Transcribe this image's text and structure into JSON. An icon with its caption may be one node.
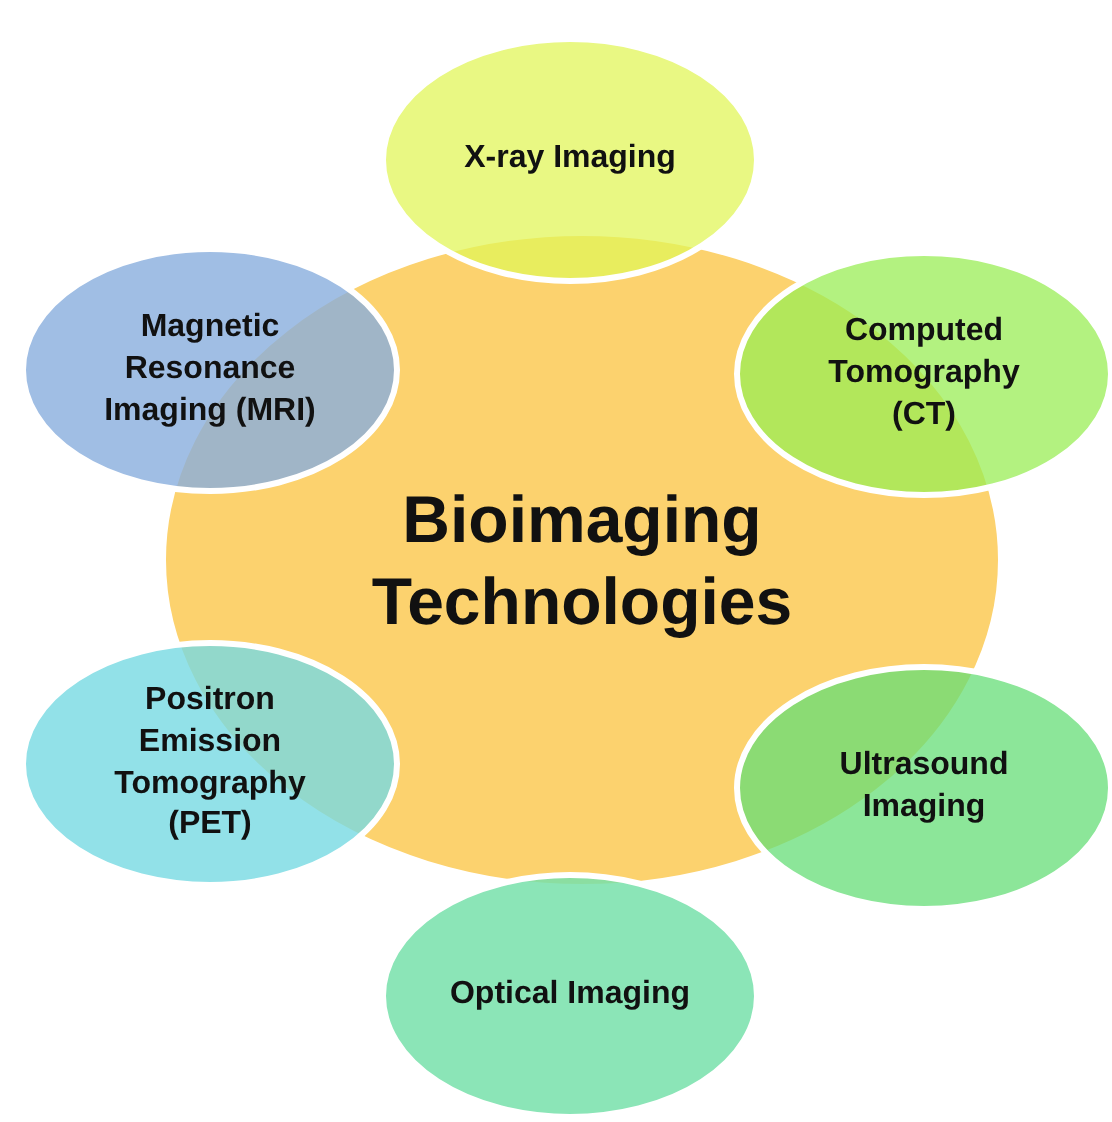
{
  "diagram": {
    "nodes": [
      {
        "text": [
          "Bioimaging Technologies"
        ]
      },
      {
        "text": [
          "X-ray Imaging"
        ]
      },
      {
        "text": [
          "Computed Tomography (CT)"
        ]
      },
      {
        "text": [
          "Ultrasound Imaging"
        ]
      },
      {
        "text": [
          "Optical Imaging"
        ]
      },
      {
        "text": [
          "Positron Emission Tomography (PET)"
        ]
      },
      {
        "text": [
          "Magnetic Resonance Imaging (MRI)"
        ]
      }
    ]
  }
}
